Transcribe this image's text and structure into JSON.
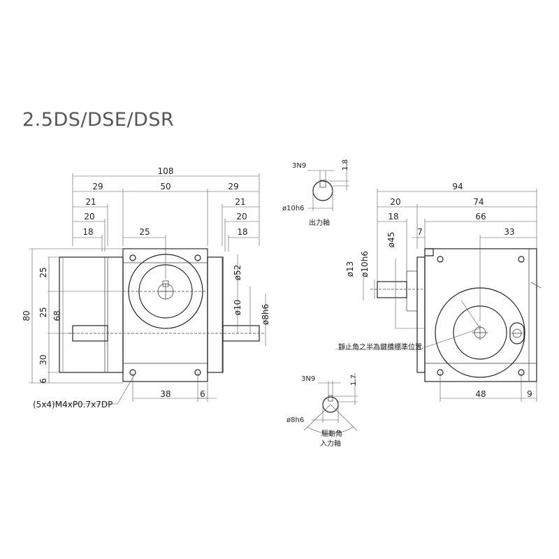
{
  "title": "2.5DS/DSE/DSR",
  "front": {
    "d108": "108",
    "d29a": "29",
    "d50": "50",
    "d29b": "29",
    "d21a": "21",
    "d21b": "21",
    "d20a": "20",
    "d20b": "20",
    "d18a": "18",
    "d18b": "18",
    "d25h": "25",
    "d25a": "25",
    "d25b": "25",
    "d80": "80",
    "d68": "68",
    "d30": "30",
    "d6v": "6",
    "phi52": "ø52",
    "phi10": "ø10",
    "phi8h6": "ø8h6",
    "d38": "38",
    "d6h": "6",
    "tap": "(5x4)M4xP0.7x7DP"
  },
  "output_key": {
    "n9": "3N9",
    "d18": "1.8",
    "phi": "ø10h6",
    "label": "出力軸"
  },
  "side": {
    "d94": "94",
    "d20": "20",
    "d74": "74",
    "d18": "18",
    "d66": "66",
    "phi45": "ø45",
    "d7": "7",
    "d33": "33",
    "phi13": "ø13",
    "phi10h6": "ø10h6",
    "note": "靜止角之半為鍵槽標準位置",
    "d48": "48",
    "d9": "9"
  },
  "input_key": {
    "n9": "3N9",
    "d17": "1.7",
    "phi": "ø8h6",
    "angle": "驅動角",
    "label": "入力軸"
  }
}
